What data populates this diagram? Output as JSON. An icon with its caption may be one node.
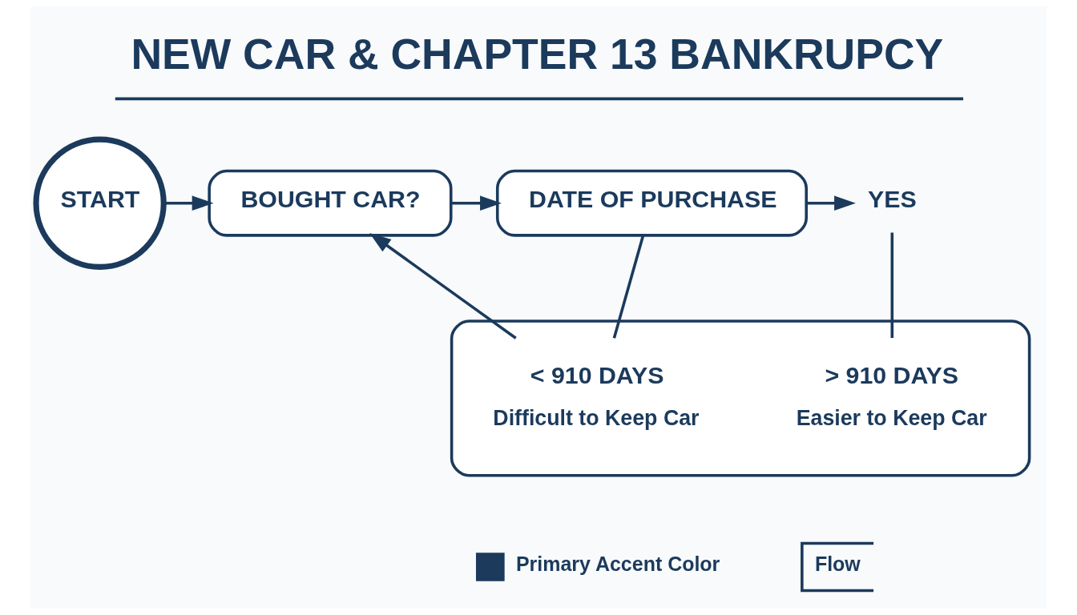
{
  "diagram": {
    "title": "NEW CAR & CHAPTER 13 BANKRUPCY",
    "nodes": [
      {
        "text": [
          "START"
        ]
      },
      {
        "text": [
          "BOUGHT CAR?"
        ]
      },
      {
        "text": [
          "DATE OF PURCHASE"
        ]
      },
      {
        "text": [
          "YES"
        ]
      },
      {
        "text": [],
        "shape": "box"
      },
      {
        "text": [
          "< 910 DAYS"
        ],
        "beside": [
          "Difficult to Keep Car"
        ],
        "in": 4
      },
      {
        "text": [
          "> 910 DAYS"
        ],
        "beside": [
          "Easier to Keep Car"
        ],
        "in": 4
      }
    ],
    "edges": [
      {
        "from": 0,
        "to": 1,
        "arrow": "to"
      },
      {
        "from": 1,
        "to": 2,
        "arrow": "to"
      },
      {
        "from": 2,
        "to": 3,
        "arrow": "to"
      },
      {
        "from": 3,
        "to": 6,
        "arrow": "none"
      },
      {
        "from": 2,
        "to": 5,
        "arrow": "none"
      },
      {
        "from": 5,
        "to": 1,
        "arrow": "to"
      }
    ],
    "legend": [
      {
        "text": "Primary Accent Color",
        "color": "#1b3a5c"
      },
      {
        "text": "Flow"
      }
    ]
  }
}
